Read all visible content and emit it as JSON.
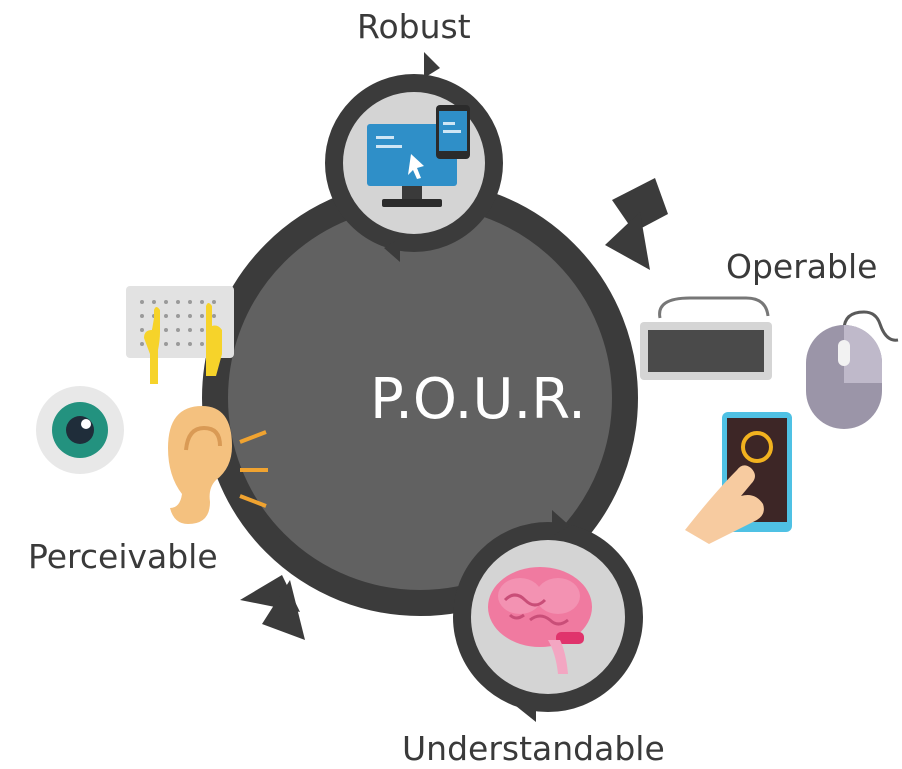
{
  "diagram": {
    "center_text": "P.O.U.R.",
    "labels": {
      "robust": "Robust",
      "operable": "Operable",
      "perceivable": "Perceivable",
      "understandable": "Understandable"
    }
  },
  "colors": {
    "main_circle": "#616161",
    "ring": "#3b3b3b",
    "node_fill": "#d4d4d4",
    "monitor": "#2f8fc8",
    "brain": "#f07aa0",
    "eye_iris": "#23927f",
    "ear": "#f4c17f",
    "hand": "#f6d32a"
  }
}
